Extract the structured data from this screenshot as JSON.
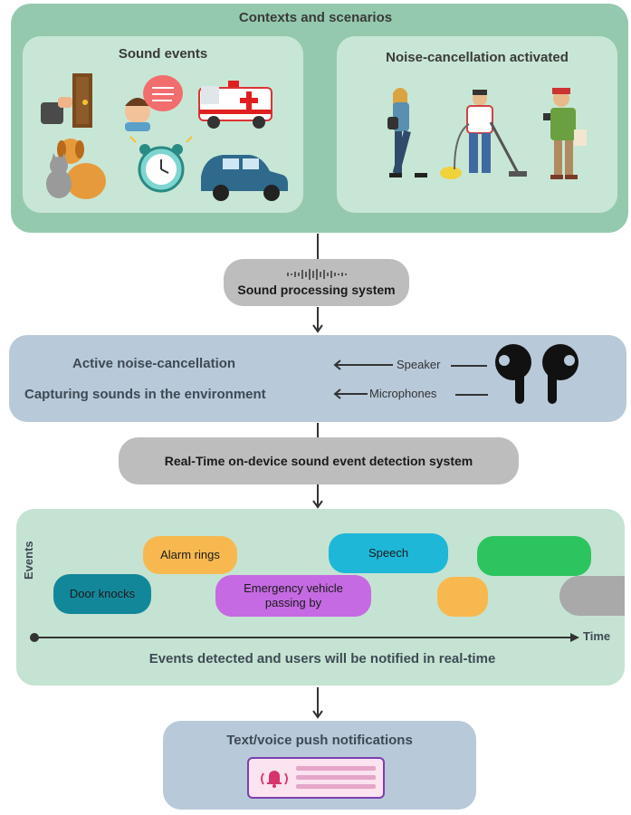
{
  "top": {
    "title": "Contexts and scenarios",
    "sound_events_title": "Sound events",
    "noise_cancel_title": "Noise-cancellation activated"
  },
  "processing": {
    "label": "Sound processing system"
  },
  "device": {
    "anc_label": "Active noise-cancellation",
    "capture_label": "Capturing sounds in the environment",
    "speaker_label": "Speaker",
    "microphones_label": "Microphones"
  },
  "detection": {
    "label": "Real-Time on-device sound event detection system"
  },
  "timeline": {
    "y_label": "Events",
    "x_label": "Time",
    "caption": "Events detected and users will be notified in real-time",
    "events": [
      {
        "label": "Door knocks",
        "color": "#13879a"
      },
      {
        "label": "Alarm rings",
        "color": "#f7b94f"
      },
      {
        "label": "Emergency vehicle passing by",
        "color": "#c56ae2"
      },
      {
        "label": "Speech",
        "color": "#1fb7d8"
      },
      {
        "label": "",
        "color": "#2cc45f"
      },
      {
        "label": "",
        "color": "#f7b94f"
      },
      {
        "label": "",
        "color": "#a9a9a9"
      }
    ]
  },
  "notification": {
    "title": "Text/voice push notifications"
  }
}
